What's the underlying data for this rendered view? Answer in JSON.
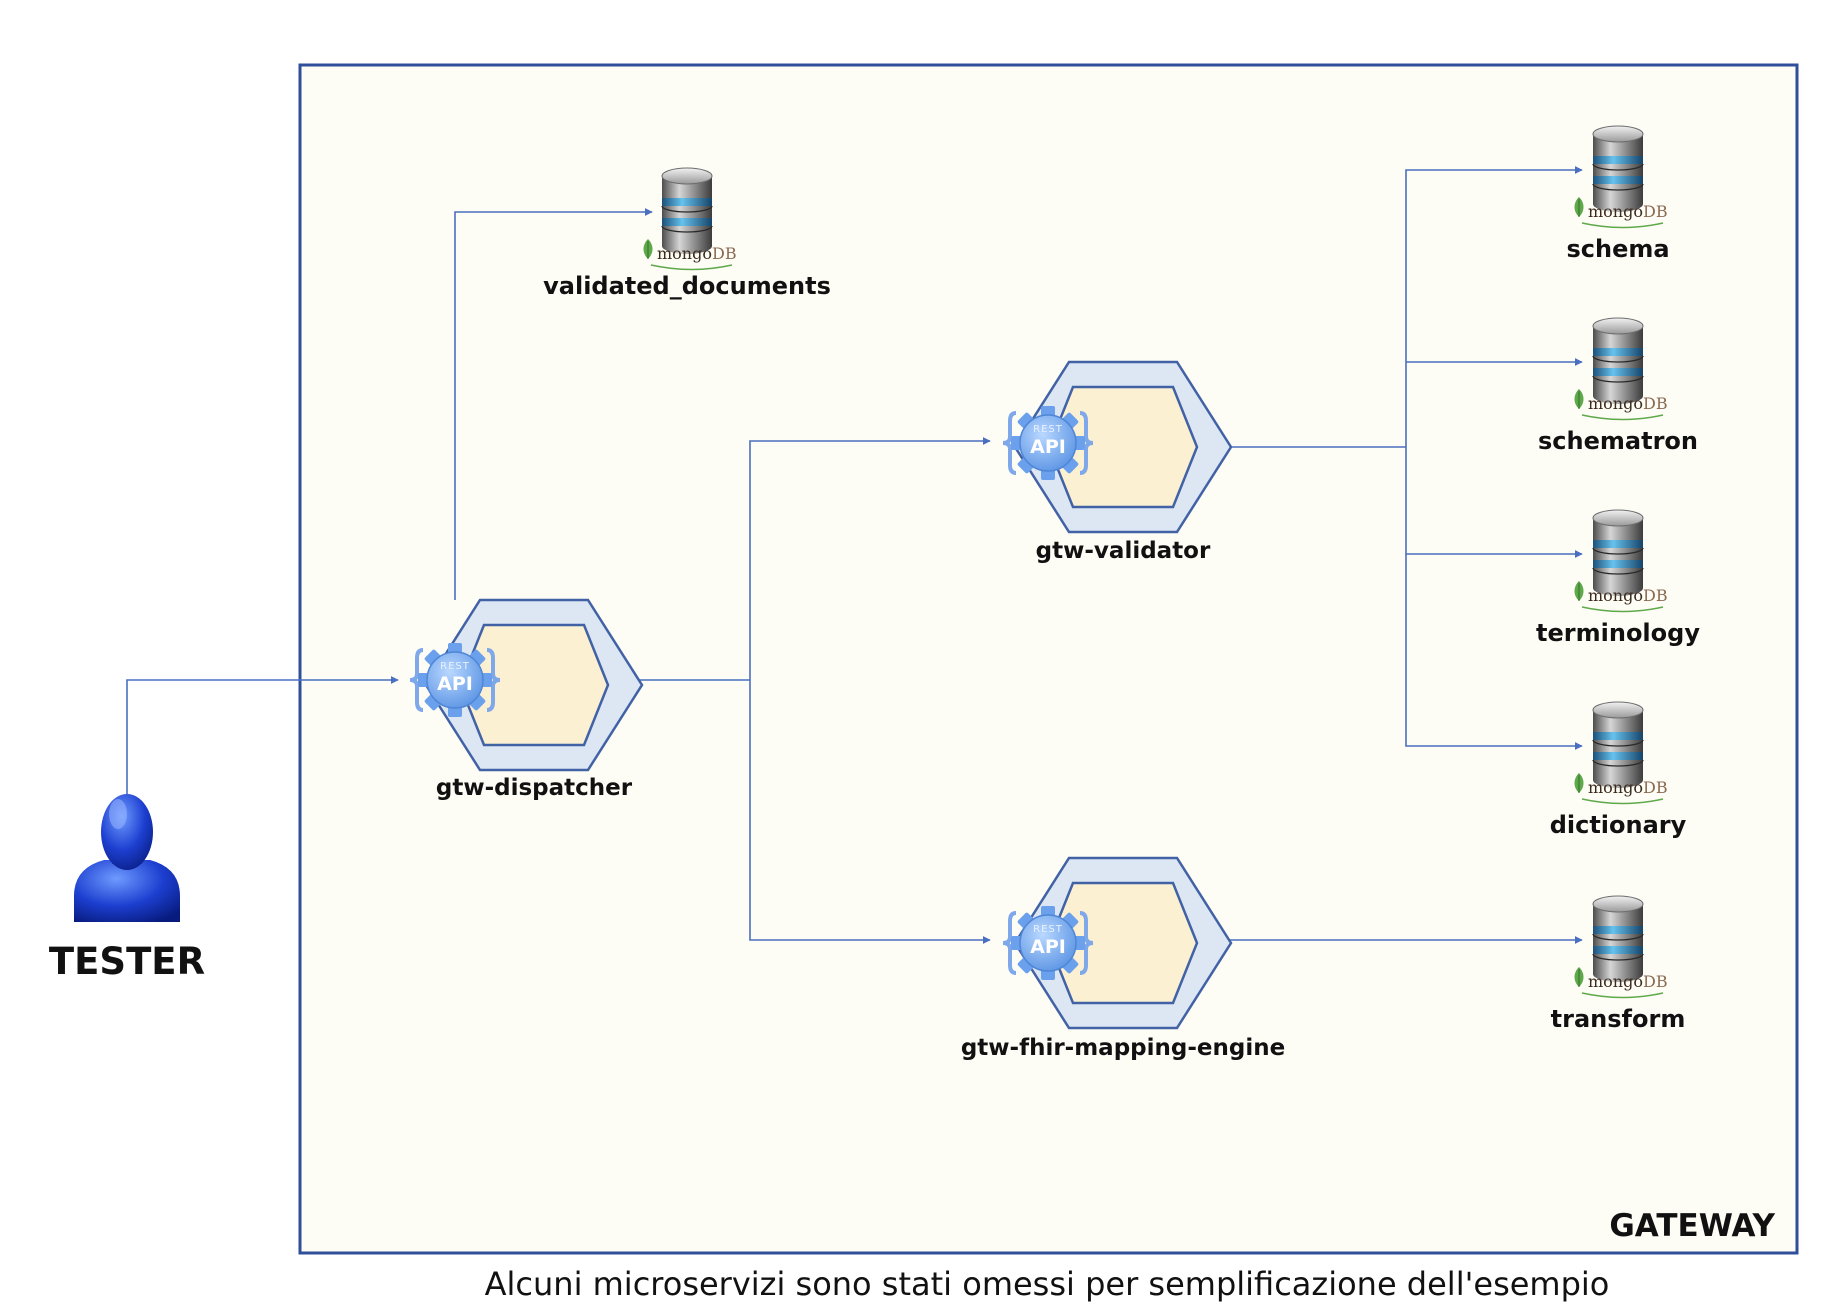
{
  "tester": {
    "label": "TESTER"
  },
  "gateway": {
    "label": "GATEWAY"
  },
  "caption": "Alcuni microservizi sono stati omessi per semplificazione dell'esempio",
  "api_badge": {
    "rest": "REST",
    "api": "API"
  },
  "db_brand": {
    "part1": "mongo",
    "part2": "DB"
  },
  "services": {
    "dispatcher": "gtw-dispatcher",
    "validator": "gtw-validator",
    "fhir": "gtw-fhir-mapping-engine"
  },
  "databases": {
    "validated_documents": "validated_documents",
    "schema": "schema",
    "schematron": "schematron",
    "terminology": "terminology",
    "dictionary": "dictionary",
    "transform": "transform"
  },
  "colors": {
    "connector": "#4a6fc0",
    "gateway_border": "#2f4f9a",
    "gateway_fill": "#fdfcf5",
    "hex_outer": "#dde7f3",
    "hex_inner": "#fbf0d2",
    "hex_stroke": "#4262a6",
    "leaf": "#5fa94a"
  },
  "icons": [
    "user-icon",
    "rest-api-icon",
    "database-icon",
    "mongodb-leaf-icon"
  ]
}
